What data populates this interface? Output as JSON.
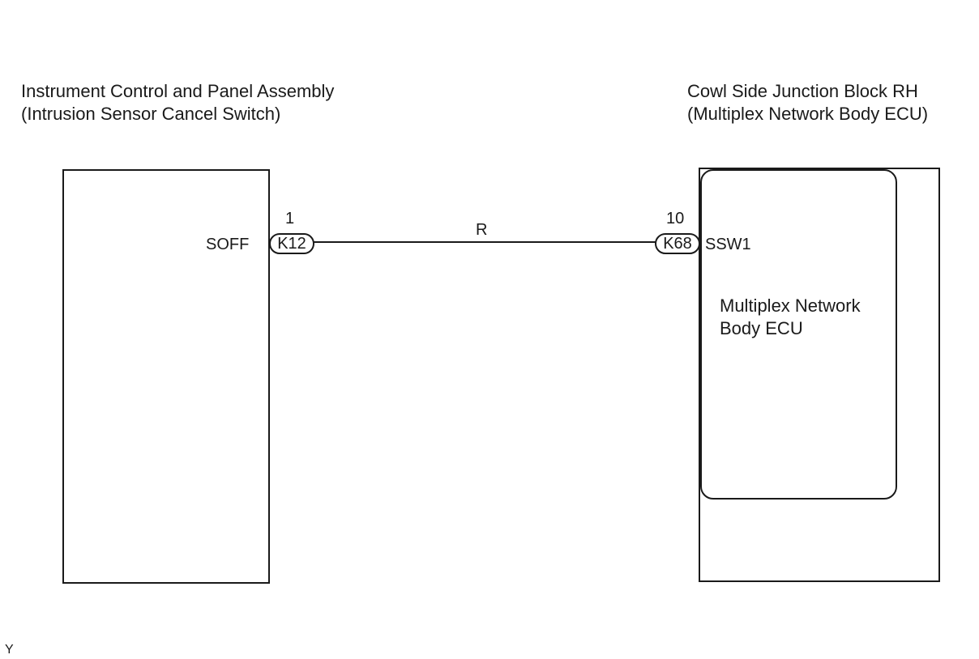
{
  "left_component": {
    "title_line1": "Instrument Control and Panel Assembly",
    "title_line2": "(Intrusion Sensor Cancel Switch)",
    "terminal_name": "SOFF",
    "pin_number": "1",
    "connector": "K12"
  },
  "right_component": {
    "title_line1": "Cowl Side Junction Block RH",
    "title_line2": "(Multiplex Network Body ECU)",
    "terminal_name": "SSW1",
    "pin_number": "10",
    "connector": "K68",
    "inner_label_line1": "Multiplex Network",
    "inner_label_line2": "Body ECU"
  },
  "wire": {
    "color_code": "R"
  },
  "footer_mark": "Y"
}
